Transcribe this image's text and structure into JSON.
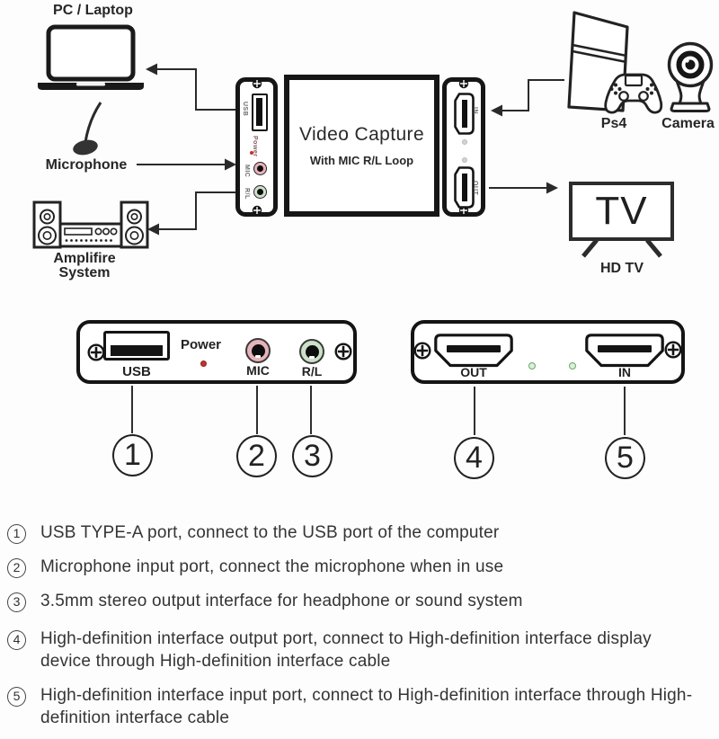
{
  "top_diagram": {
    "pc_label": "PC / Laptop",
    "mic_label": "Microphone",
    "amp_label_1": "Amplifire",
    "amp_label_2": "System",
    "ps4_label": "Ps4",
    "camera_label": "Camera",
    "tv_text": "TV",
    "tv_label": "HD TV",
    "box": {
      "title": "Video Capture",
      "subtitle": "With MIC R/L Loop"
    },
    "side_labels": {
      "usb": "USB",
      "power": "Power",
      "mic": "MIC",
      "rl": "R/L",
      "in": "IN",
      "out": "OUT"
    }
  },
  "front_panel": {
    "usb_label": "USB",
    "power_label": "Power",
    "mic_label": "MIC",
    "rl_label": "R/L"
  },
  "back_panel": {
    "out_label": "OUT",
    "in_label": "IN"
  },
  "callouts": [
    "1",
    "2",
    "3",
    "4",
    "5"
  ],
  "legend": [
    {
      "num": "1",
      "text": "USB TYPE-A port, connect to the USB port of the computer"
    },
    {
      "num": "2",
      "text": "Microphone input port, connect the microphone when in use"
    },
    {
      "num": "3",
      "text": "3.5mm stereo output interface for headphone or sound system"
    },
    {
      "num": "4",
      "text": "High-definition interface output port, connect to High-definition interface display device through High-definition interface cable"
    },
    {
      "num": "5",
      "text": "High-definition interface input port, connect to High-definition interface through High-definition interface cable"
    }
  ],
  "colors": {
    "ink": "#161616",
    "mic_ring": "#e7b3bb",
    "rl_ring": "#cbe2c8",
    "led_red": "#c9302c",
    "led_green": "#67a967"
  }
}
